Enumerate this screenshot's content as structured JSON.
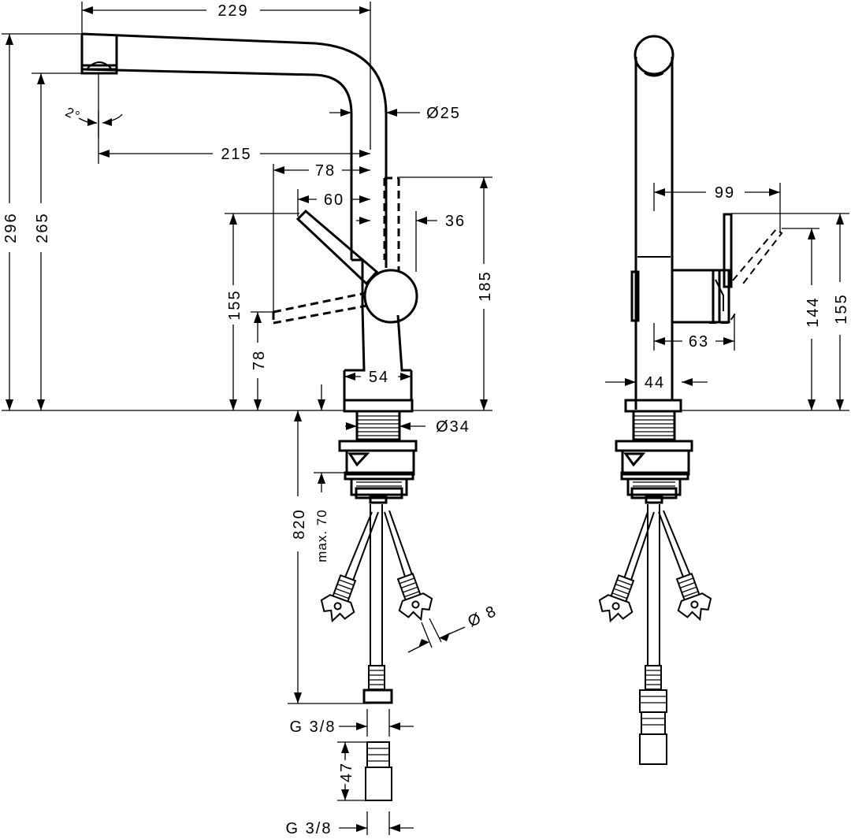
{
  "front_view": {
    "dimensions": {
      "overall_width": "229",
      "spout_reach": "215",
      "lever_78": "78",
      "lever_60": "60",
      "offset_36": "36",
      "spout_diameter": "Ø25",
      "spout_angle": "2°",
      "height_total": "296",
      "height_outlet": "265",
      "lever_height": "155",
      "lever_low": "78",
      "body_height": "185",
      "body_width": "54",
      "thread_diameter": "Ø34",
      "hose_length": "820",
      "max_thickness": "max. 70",
      "hose_diameter": "Ø 8",
      "connection_upper": "G 3/8",
      "adapter_length": "47",
      "connection_lower": "G 3/8"
    }
  },
  "side_view": {
    "dimensions": {
      "lever_reach": "99",
      "lever_height_upper": "155",
      "lever_height_lower": "144",
      "lever_base": "63",
      "body_width": "44"
    }
  }
}
